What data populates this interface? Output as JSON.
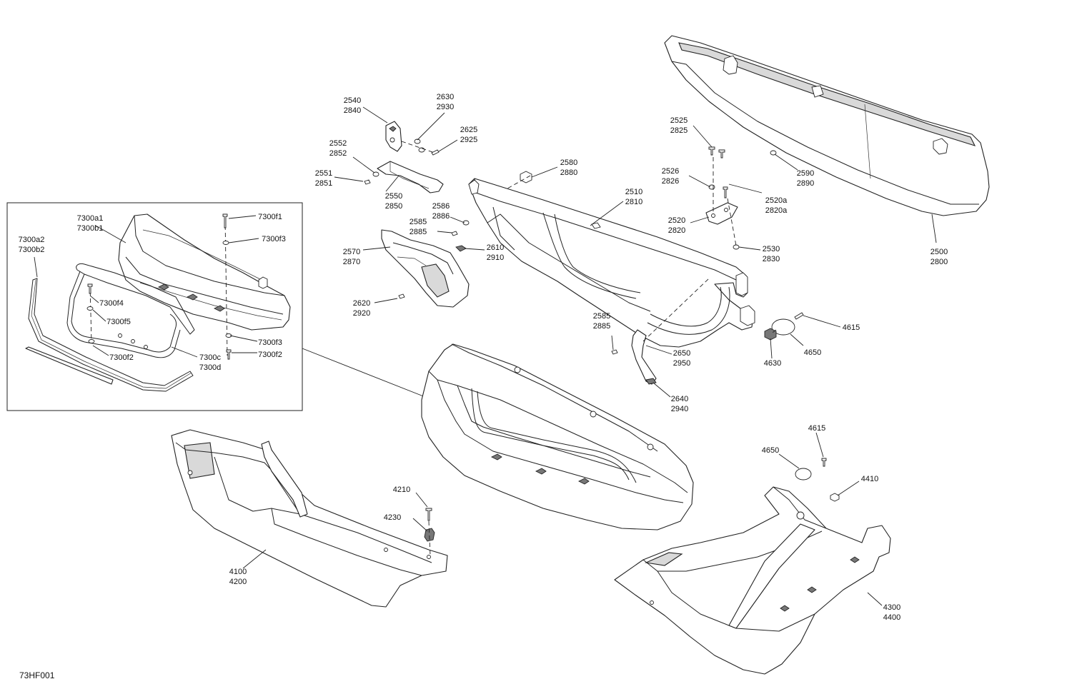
{
  "drawing_code": "73HF001",
  "callouts": {
    "c2540": [
      "2540",
      "2840"
    ],
    "c2630": [
      "2630",
      "2930"
    ],
    "c2625": [
      "2625",
      "2925"
    ],
    "c2552": [
      "2552",
      "2852"
    ],
    "c2551": [
      "2551",
      "2851"
    ],
    "c2550": [
      "2550",
      "2850"
    ],
    "c2580": [
      "2580",
      "2880"
    ],
    "c2510": [
      "2510",
      "2810"
    ],
    "c2586": [
      "2586",
      "2886"
    ],
    "c2585a": [
      "2585",
      "2885"
    ],
    "c2570": [
      "2570",
      "2870"
    ],
    "c2610": [
      "2610",
      "2910"
    ],
    "c2620": [
      "2620",
      "2920"
    ],
    "c2525": [
      "2525",
      "2825"
    ],
    "c2526": [
      "2526",
      "2826"
    ],
    "c2520a": [
      "2520a",
      "2820a"
    ],
    "c2520": [
      "2520",
      "2820"
    ],
    "c2530": [
      "2530",
      "2830"
    ],
    "c2590": [
      "2590",
      "2890"
    ],
    "c2500": [
      "2500",
      "2800"
    ],
    "c2585b": [
      "2585",
      "2885"
    ],
    "c2650": [
      "2650",
      "2950"
    ],
    "c2640": [
      "2640",
      "2940"
    ],
    "c4615a": [
      "4615"
    ],
    "c4650a": [
      "4650"
    ],
    "c4630": [
      "4630"
    ],
    "c7300a1": [
      "7300a1",
      "7300b1"
    ],
    "c7300a2": [
      "7300a2",
      "7300b2"
    ],
    "c7300f1": [
      "7300f1"
    ],
    "c7300f3a": [
      "7300f3"
    ],
    "c7300f4": [
      "7300f4"
    ],
    "c7300f5": [
      "7300f5"
    ],
    "c7300f2a": [
      "7300f2"
    ],
    "c7300c": [
      "7300c",
      "7300d"
    ],
    "c7300f3b": [
      "7300f3"
    ],
    "c7300f2b": [
      "7300f2"
    ],
    "c4210": [
      "4210"
    ],
    "c4230": [
      "4230"
    ],
    "c4100": [
      "4100",
      "4200"
    ],
    "c4615b": [
      "4615"
    ],
    "c4650b": [
      "4650"
    ],
    "c4410": [
      "4410"
    ],
    "c4300": [
      "4300",
      "4400"
    ]
  }
}
